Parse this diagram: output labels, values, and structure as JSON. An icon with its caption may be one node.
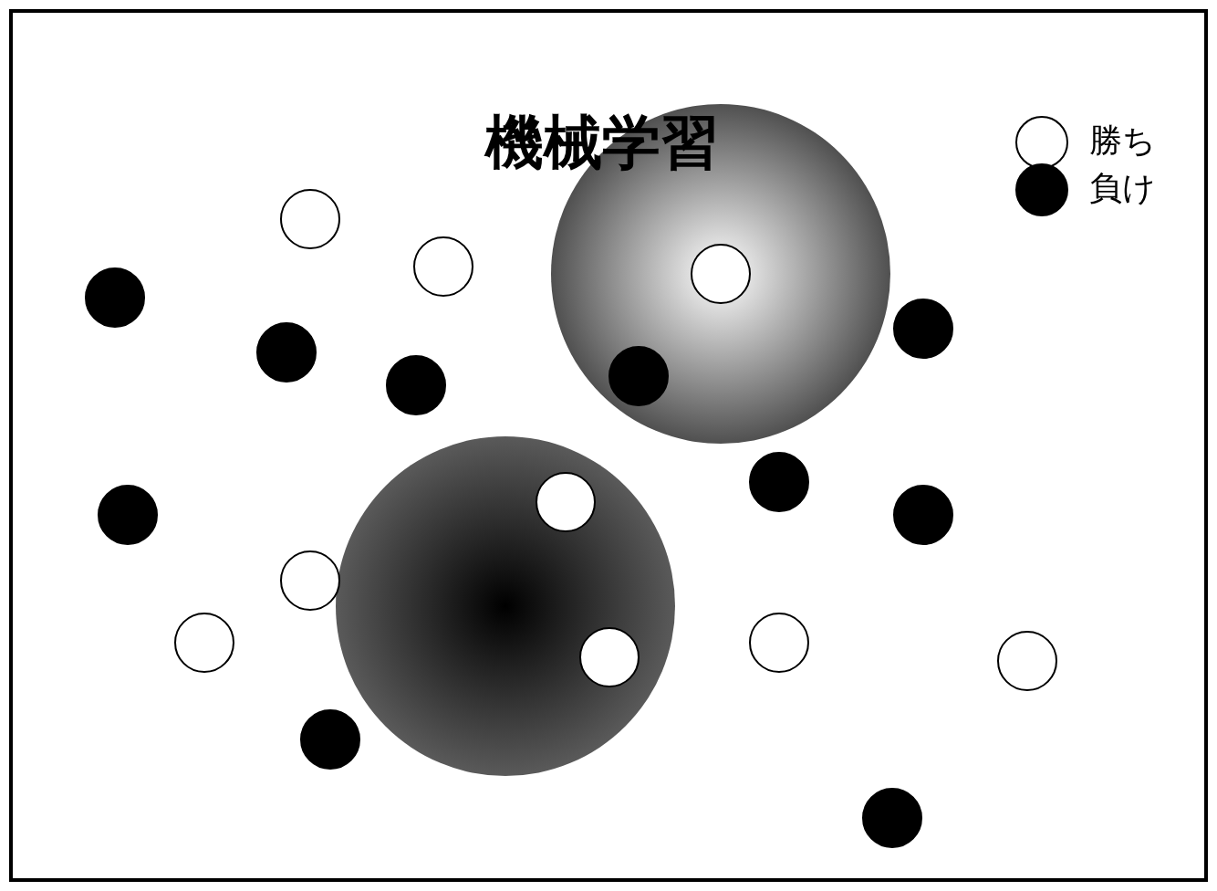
{
  "diagram": {
    "title": "機械学習",
    "legend": [
      {
        "text": "勝ち"
      },
      {
        "text": "負け"
      }
    ]
  }
}
